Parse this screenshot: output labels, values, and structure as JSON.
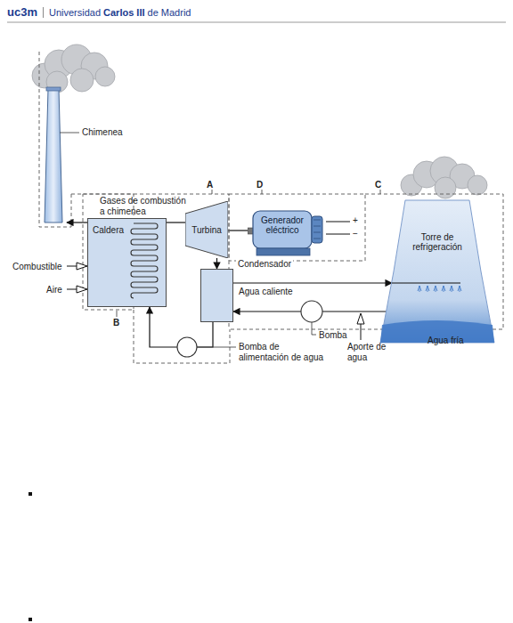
{
  "diagram": {
    "nodes": [
      {
        "text": [
          "Caldera"
        ]
      },
      {
        "text": [
          "Turbina"
        ]
      },
      {
        "text": [
          "Generador eléctrico"
        ]
      },
      {
        "text": [
          "Condensador"
        ]
      },
      {
        "text": [
          "Torre de refrigeración"
        ]
      }
    ],
    "edges": [
      {
        "from": 0,
        "to": 1,
        "arrow": "none"
      },
      {
        "from": 1,
        "to": 2,
        "arrow": "none"
      },
      {
        "from": 1,
        "to": 3,
        "arrow": "to"
      },
      {
        "from": 3,
        "to": 4,
        "label": "Agua caliente",
        "arrow": "to"
      },
      {
        "from": 4,
        "to": 3,
        "arrow": "to"
      },
      {
        "from": 3,
        "to": 0,
        "arrow": "to"
      }
    ],
    "labels": [
      "uc3m",
      "Universidad",
      "Carlos III",
      "de Madrid",
      "Chimenea",
      "Gases de combustión a chimenea",
      "A",
      "D",
      "C",
      "B",
      "Combustible",
      "Aire",
      "+",
      "−",
      "Bomba",
      "Bomba de alimentación de agua",
      "Aporte de agua",
      "Agua fría"
    ]
  }
}
